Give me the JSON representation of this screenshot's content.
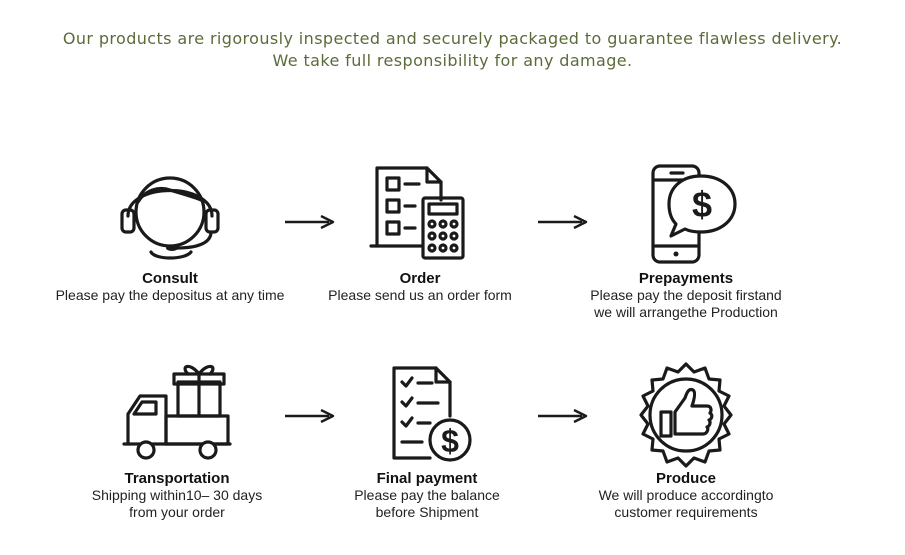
{
  "header": {
    "line1": "Our products are rigorously inspected and securely packaged to guarantee flawless delivery.",
    "line2": "We take full responsibility for any damage."
  },
  "steps": [
    {
      "title": "Consult",
      "desc1": "Please pay the depositus at any time",
      "desc2": "",
      "icon": "headset-support-icon"
    },
    {
      "title": "Order",
      "desc1": "Please send us an order form",
      "desc2": "",
      "icon": "document-calculator-icon"
    },
    {
      "title": "Prepayments",
      "desc1": "Please pay the deposit firstand",
      "desc2": "we will arrangethe Production",
      "icon": "phone-dollar-icon"
    },
    {
      "title": "Transportation",
      "desc1": "Shipping within10– 30 days",
      "desc2": "from your order",
      "icon": "truck-gift-icon"
    },
    {
      "title": "Final payment",
      "desc1": "Please pay the balance",
      "desc2": "before Shipment",
      "icon": "invoice-dollar-icon"
    },
    {
      "title": "Produce",
      "desc1": "We will produce accordingto",
      "desc2": "customer requirements",
      "icon": "thumbs-up-badge-icon"
    }
  ],
  "colors": {
    "header": "#5b6b3a",
    "ink": "#1a1a1a"
  }
}
